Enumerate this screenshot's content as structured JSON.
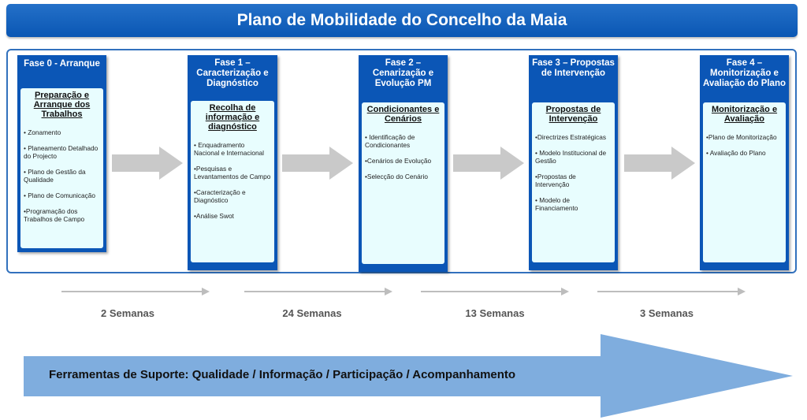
{
  "title": "Plano de Mobilidade do Concelho da Maia",
  "phases": [
    {
      "header": "Fase 0 - Arranque",
      "body_title": "Preparação e Arranque dos Trabalhos",
      "items": [
        "• Zonamento",
        "• Planeamento Detalhado do Projecto",
        "• Plano de Gestão da Qualidade",
        "• Plano de Comunicação",
        "•Programação dos Trabalhos de Campo"
      ]
    },
    {
      "header": "Fase 1 – Caracterização e Diagnóstico",
      "body_title": "Recolha de informação e diagnóstico",
      "items": [
        "• Enquadramento Nacional e Internacional",
        "•Pesquisas e Levantamentos de Campo",
        "•Caracterização e Diagnóstico",
        "•Análise Swot"
      ]
    },
    {
      "header": "Fase 2 – Cenarização e Evolução PM",
      "body_title": "Condicionantes e Cenários",
      "items": [
        "• Identificação de Condicionantes",
        "•Cenários de Evolução",
        "•Selecção do Cenário"
      ]
    },
    {
      "header": "Fase 3 – Propostas de Intervenção",
      "body_title": "Propostas de Intervenção",
      "items": [
        "•Directrizes Estratégicas",
        "• Modelo Institucional de Gestão",
        "•Propostas de Intervenção",
        "• Modelo de Financiamento"
      ]
    },
    {
      "header": "Fase 4 – Monitorização e Avaliação do Plano",
      "body_title": "Monitorização e Avaliação",
      "items": [
        "•Plano de Monitorização",
        "• Avaliação do Plano"
      ]
    }
  ],
  "durations": [
    "2 Semanas",
    "24 Semanas",
    "13 Semanas",
    "3 Semanas"
  ],
  "support_tools": "Ferramentas de Suporte: Qualidade / Informação / Participação / Acompanhamento",
  "colors": {
    "title_bar": "#0a57b4",
    "phase_box": "#0b56b6",
    "phase_body": "#e8fdfe",
    "arrow_gray": "#c9c9c9",
    "support_arrow": "#7fadde"
  }
}
